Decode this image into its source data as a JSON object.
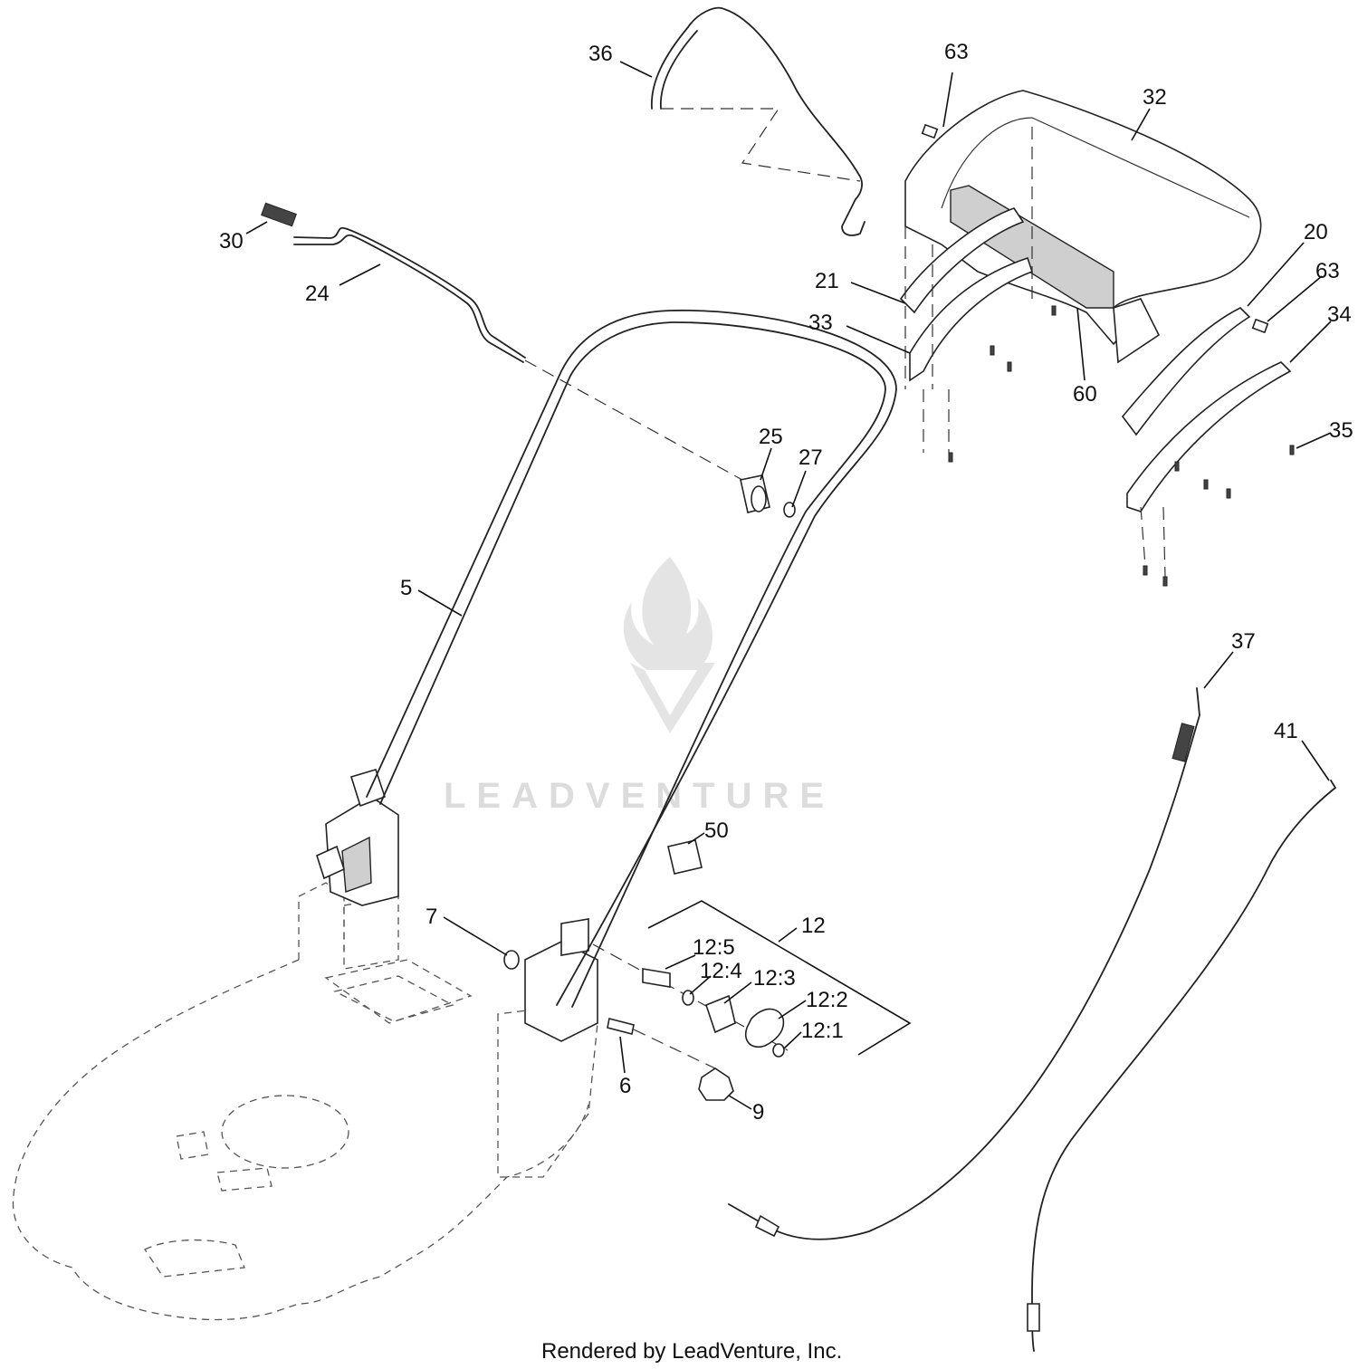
{
  "watermark": {
    "text": "LEADVENTURE"
  },
  "footer": {
    "text": "Rendered by LeadVenture, Inc."
  },
  "labels": {
    "p36": "36",
    "p63a": "63",
    "p32": "32",
    "p30": "30",
    "p24": "24",
    "p21": "21",
    "p33": "33",
    "p60": "60",
    "p20": "20",
    "p63b": "63",
    "p34": "34",
    "p35": "35",
    "p25": "25",
    "p27": "27",
    "p5": "5",
    "p37": "37",
    "p41": "41",
    "p50": "50",
    "p12": "12",
    "p7": "7",
    "p12_5": "12:5",
    "p12_4": "12:4",
    "p12_3": "12:3",
    "p12_2": "12:2",
    "p12_1": "12:1",
    "p6": "6",
    "p9": "9"
  }
}
